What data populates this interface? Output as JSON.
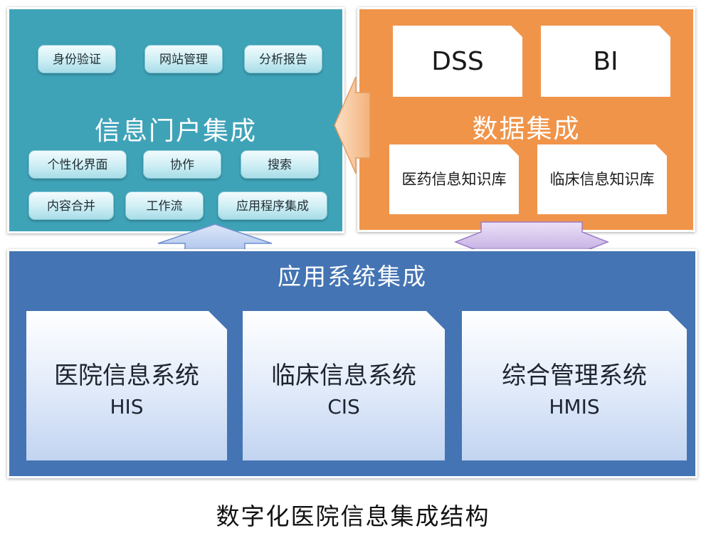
{
  "portal": {
    "title": "信息门户集成",
    "modules": [
      "身份验证",
      "网站管理",
      "分析报告",
      "个性化界面",
      "协作",
      "搜索",
      "内容合并",
      "工作流",
      "应用程序集成"
    ]
  },
  "data_integration": {
    "title": "数据集成",
    "tools": [
      "DSS",
      "BI"
    ],
    "knowledge_bases": [
      "医药信息知识库",
      "临床信息知识库"
    ]
  },
  "application_integration": {
    "title": "应用系统集成",
    "systems": [
      {
        "name": "医院信息系统",
        "abbr": "HIS"
      },
      {
        "name": "临床信息系统",
        "abbr": "CIS"
      },
      {
        "name": "综合管理系统",
        "abbr": "HMIS"
      }
    ]
  },
  "caption": "数字化医院信息集成结构",
  "colors": {
    "portal": "#3fa3b8",
    "data": "#f0944a",
    "application": "#4474b3",
    "arrow_left": "#f7c79d",
    "arrow_up": "#b4c8ee",
    "arrow_double": "#c9b3e6"
  }
}
